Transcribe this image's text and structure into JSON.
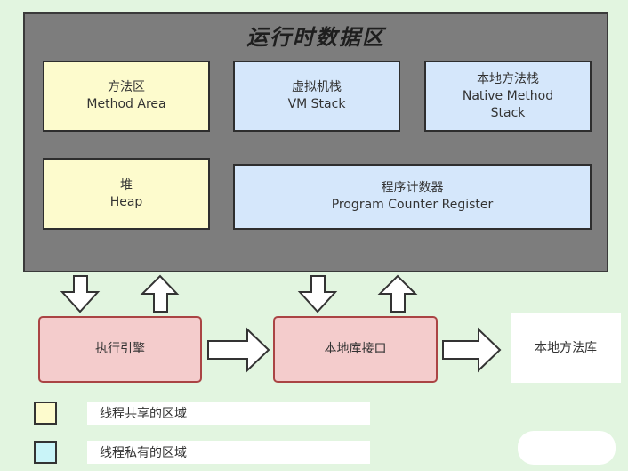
{
  "runtime_area": {
    "title": "运行时数据区"
  },
  "blocks": {
    "method_area": {
      "zh": "方法区",
      "en": "Method Area",
      "color": "#fdfbcd"
    },
    "vm_stack": {
      "zh": "虚拟机栈",
      "en": "VM Stack",
      "color": "#d5e7fb"
    },
    "native_stack": {
      "zh": "本地方法栈",
      "en_line1": "Native Method",
      "en_line2": "Stack",
      "color": "#d5e7fb"
    },
    "heap": {
      "zh": "堆",
      "en": "Heap",
      "color": "#fdfbcd"
    },
    "pc_register": {
      "zh": "程序计数器",
      "en": "Program Counter Register",
      "color": "#d5e7fb"
    }
  },
  "bottom": {
    "execution_engine": "执行引擎",
    "native_interface": "本地库接口",
    "native_library": "本地方法库"
  },
  "legend": {
    "shared": {
      "label": "线程共享的区域",
      "color": "#fdfbcd"
    },
    "private": {
      "label": "线程私有的区域",
      "color": "#c9f4f8"
    }
  }
}
